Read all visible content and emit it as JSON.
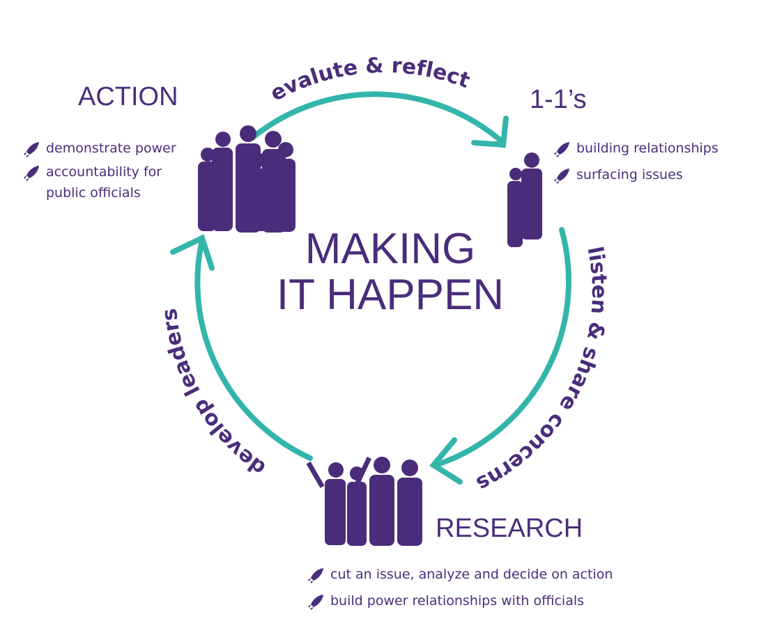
{
  "colors": {
    "purple": "#4a2d7a",
    "teal": "#33b5aa"
  },
  "center_title": [
    "MAKING",
    "IT HAPPEN"
  ],
  "cycle_labels": {
    "top": "evalute & reflect",
    "right": "listen & share concerns",
    "left": "develop leaders"
  },
  "stages": {
    "action": {
      "title": "ACTION",
      "bullets": [
        "demonstrate power",
        "accountability for public officials"
      ]
    },
    "one_on_ones": {
      "title": "1-1’s",
      "bullets": [
        "building relationships",
        "surfacing issues"
      ]
    },
    "research": {
      "title": "RESEARCH",
      "bullets": [
        "cut an issue, analyze and decide on action",
        "build power relationships with officials"
      ]
    }
  },
  "bullet_icon": "rocket-icon"
}
